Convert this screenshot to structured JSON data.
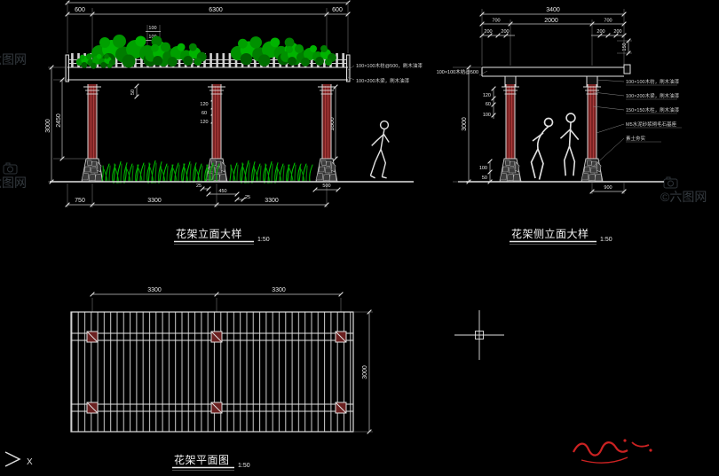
{
  "front": {
    "title": "花架立面大样",
    "scale": "1:50",
    "top_dims": [
      "600",
      "6300",
      "600"
    ],
    "rafter_dims": [
      "100",
      "100"
    ],
    "left_dims": [
      "3000",
      "2450"
    ],
    "misc_dims": [
      "50"
    ],
    "cap_dims": [
      "120",
      "60",
      "120"
    ],
    "col_dim": "1800",
    "base_dims": [
      "25",
      "450",
      "25",
      "500"
    ],
    "bottom_dims": [
      "750",
      "3300",
      "3300"
    ],
    "notes": [
      "100×100木枋@500，刷木油漆",
      "100×200木梁，刷木油漆"
    ]
  },
  "side": {
    "title": "花架侧立面大样",
    "scale": "1:50",
    "top_dim": "3400",
    "mid_dims": [
      "700",
      "2000",
      "700"
    ],
    "sub_dims": [
      "200",
      "200",
      "200",
      "200"
    ],
    "right_dim": "150",
    "left_dim": "3000",
    "cap_dims": [
      "120",
      "60",
      "100"
    ],
    "base_dims": [
      "100",
      "50"
    ],
    "bottom_dim": "900",
    "note_left": "100×100木枋@500",
    "notes": [
      "100×100木枋，刷木油漆",
      "100×200木梁，刷木油漆",
      "150×150木柱，刷木油漆",
      "M5水泥砂浆砌毛石基座",
      "素土夯实"
    ]
  },
  "plan": {
    "title": "花架平面图",
    "scale": "1:50",
    "top_dims": [
      "3300",
      "3300"
    ],
    "right_dim": "3000"
  },
  "watermarks": {
    "a": "六图网",
    "b": "六图网",
    "c": "©六图网"
  },
  "ucs": {
    "axis": "X"
  }
}
